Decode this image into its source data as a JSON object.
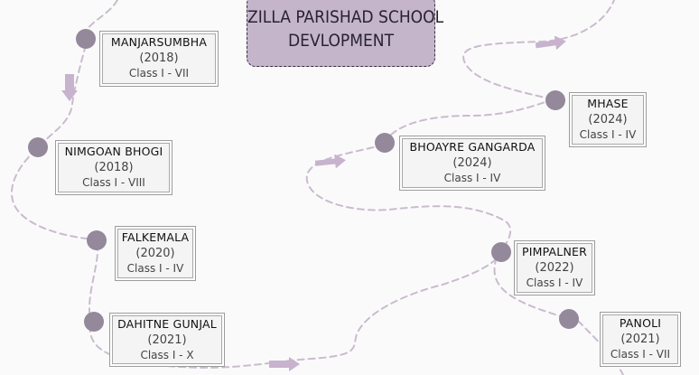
{
  "title": {
    "line1": "ZILLA PARISHAD SCHOOL",
    "line2": "DEVLOPMENT"
  },
  "schools": [
    {
      "name": "MANJARSUMBHA",
      "year": "(2018)",
      "classes": "Class I - VII"
    },
    {
      "name": "NIMGOAN BHOGI",
      "year": "(2018)",
      "classes": "Class I - VIII"
    },
    {
      "name": "FALKEMALA",
      "year": "(2020)",
      "classes": "Class I - IV"
    },
    {
      "name": "DAHITNE GUNJAL",
      "year": "(2021)",
      "classes": "Class I - X"
    },
    {
      "name": "BHOAYRE GANGARDA",
      "year": "(2024)",
      "classes": "Class I - IV"
    },
    {
      "name": "MHASE",
      "year": "(2024)",
      "classes": "Class I - IV"
    },
    {
      "name": "PIMPALNER",
      "year": "(2022)",
      "classes": "Class I - IV"
    },
    {
      "name": "PANOLI",
      "year": "(2021)",
      "classes": "Class I - VII"
    }
  ],
  "colors": {
    "title_fill": "#c4b5cb",
    "node_dot": "#94889b",
    "route_line": "#c9bccd",
    "arrow_fill": "#c7b3cd"
  },
  "icons": {
    "route_arrow": "right-arrow-icon",
    "route_arrow_down": "down-arrow-icon"
  }
}
